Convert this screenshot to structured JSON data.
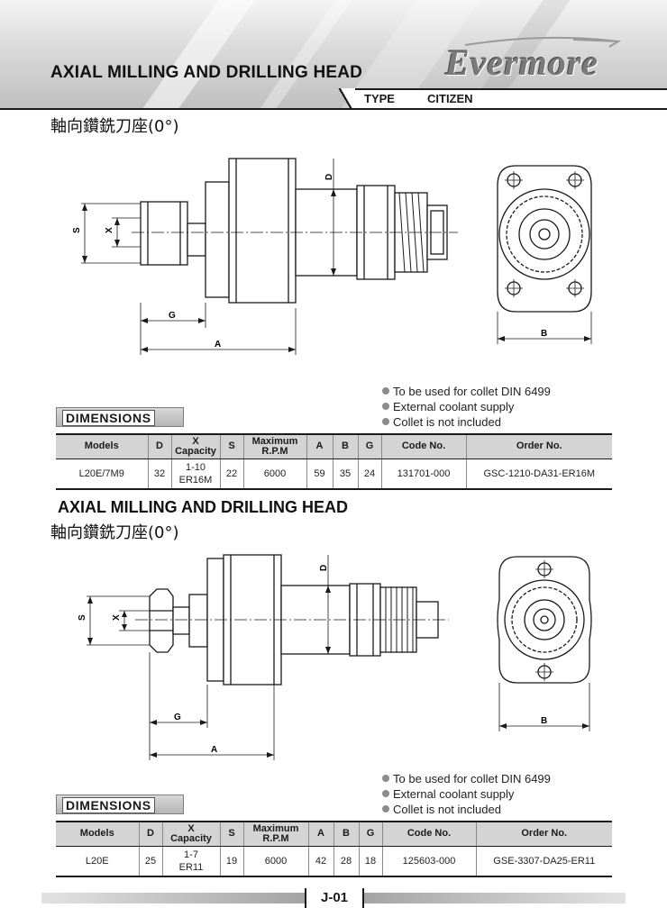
{
  "header": {
    "title": "AXIAL MILLING AND DRILLING HEAD",
    "logo": "Evermore",
    "type_label": "TYPE",
    "type_value": "CITIZEN"
  },
  "sections": [
    {
      "title": "",
      "subtitle": "軸向鑽銑刀座(0°)",
      "dimension_labels": {
        "d": "D",
        "s": "S",
        "x": "X",
        "g": "G",
        "a": "A",
        "b": "B"
      },
      "notes": [
        "To be used for collet DIN 6499",
        "External coolant supply",
        "Collet is not included"
      ],
      "dimensions_label": "DIMENSIONS",
      "table": {
        "headers": [
          "Models",
          "D",
          "X\nCapacity",
          "S",
          "Maximum\nR.P.M",
          "A",
          "B",
          "G",
          "Code No.",
          "Order No."
        ],
        "rows": [
          [
            "L20E/7M9",
            "32",
            "1-10\nER16M",
            "22",
            "6000",
            "59",
            "35",
            "24",
            "131701-000",
            "GSC-1210-DA31-ER16M"
          ]
        ]
      }
    },
    {
      "title": "AXIAL MILLING AND DRILLING HEAD",
      "subtitle": "軸向鑽銑刀座(0°)",
      "dimension_labels": {
        "d": "D",
        "s": "S",
        "x": "X",
        "g": "G",
        "a": "A",
        "b": "B"
      },
      "notes": [
        "To be used for collet DIN 6499",
        "External coolant supply",
        "Collet is not included"
      ],
      "dimensions_label": "DIMENSIONS",
      "table": {
        "headers": [
          "Models",
          "D",
          "X\nCapacity",
          "S",
          "Maximum\nR.P.M",
          "A",
          "B",
          "G",
          "Code No.",
          "Order No."
        ],
        "rows": [
          [
            "L20E",
            "25",
            "1-7\nER11",
            "19",
            "6000",
            "42",
            "28",
            "18",
            "125603-000",
            "GSE-3307-DA25-ER11"
          ]
        ]
      }
    }
  ],
  "footer": {
    "page": "J-01"
  }
}
